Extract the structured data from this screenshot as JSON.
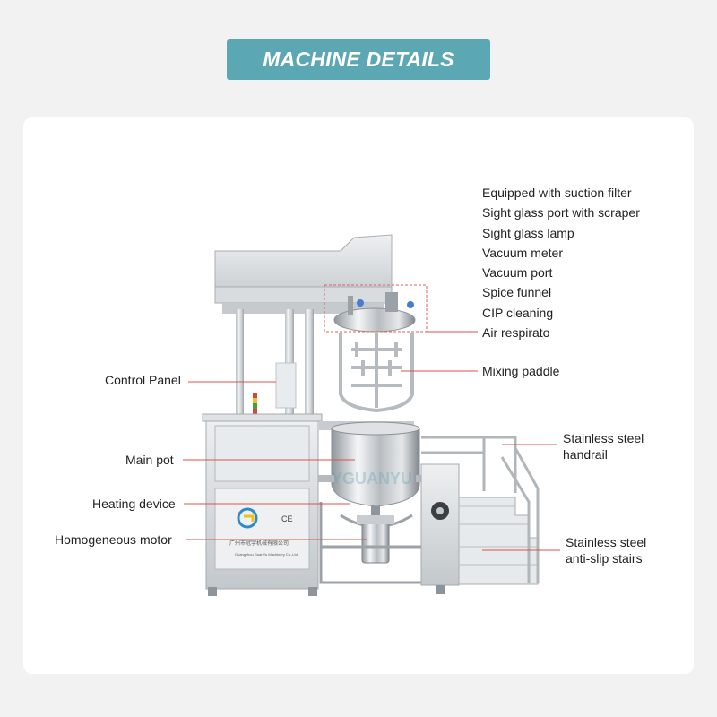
{
  "header": {
    "title": "MACHINE DETAILS"
  },
  "top_features": [
    "Equipped with suction filter",
    "Sight glass port with scraper",
    "Sight glass lamp",
    "Vacuum meter",
    "Vacuum port",
    "Spice funnel",
    "CIP cleaning",
    "Air respirato"
  ],
  "labels": {
    "mixing_paddle": "Mixing paddle",
    "handrail": "Stainless steel\nhandrail",
    "stairs": "Stainless steel\nanti-slip stairs",
    "control_panel": "Control Panel",
    "main_pot": "Main pot",
    "heating_device": "Heating device",
    "homogeneous_motor": "Homogeneous motor"
  },
  "machine_plate": {
    "ce_mark": "CE",
    "company_cn": "广州市冠宇机械有限公司",
    "company_en": "Guangzhou GuanYu Machinery Co.,Ltd",
    "watermark": "YGUANYU"
  },
  "colors": {
    "banner": "#5ba7b3",
    "leader_line": "#d9534f",
    "steel": "#d6d9dc"
  }
}
